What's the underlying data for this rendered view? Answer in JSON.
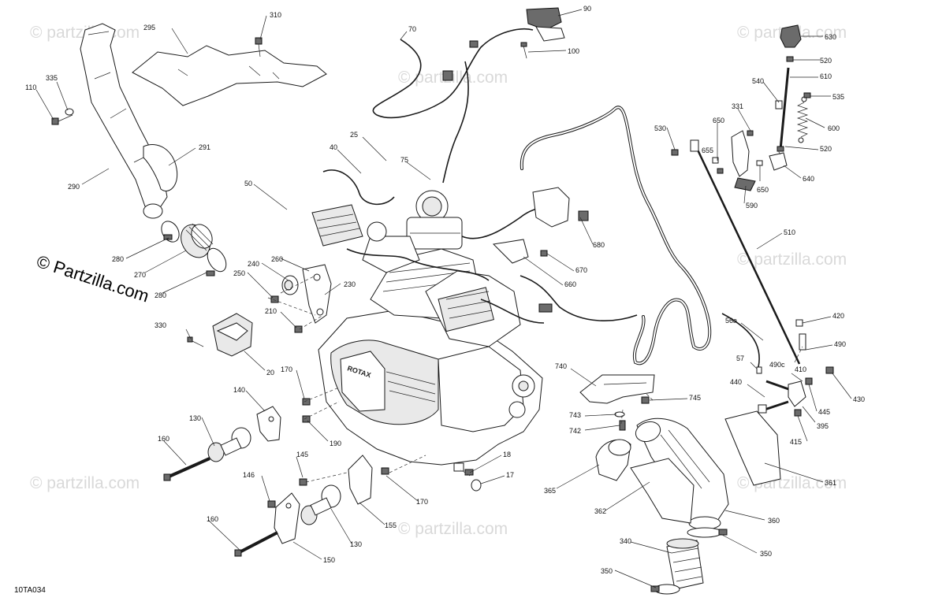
{
  "diagram": {
    "code": "10TA034",
    "brand": "© Partzilla.com",
    "watermark": "© partzilla.com",
    "callouts": {
      "c310": "310",
      "c295": "295",
      "c335": "335",
      "c110": "110",
      "c291": "291",
      "c290": "290",
      "c280a": "280",
      "c270": "270",
      "c280b": "280",
      "c330": "330",
      "c250": "250",
      "c240": "240",
      "c260": "260",
      "c230": "230",
      "c210": "210",
      "c20": "20",
      "c170a": "170",
      "c140": "140",
      "c190": "190",
      "c130a": "130",
      "c160a": "160",
      "c145": "145",
      "c146": "146",
      "c160b": "160",
      "c150": "150",
      "c130b": "130",
      "c155": "155",
      "c170b": "170",
      "c18": "18",
      "c17": "17",
      "c70": "70",
      "c90": "90",
      "c100": "100",
      "c25": "25",
      "c40": "40",
      "c75": "75",
      "c50": "50",
      "c680": "680",
      "c670": "670",
      "c660": "660",
      "c630": "630",
      "c520a": "520",
      "c610": "610",
      "c540": "540",
      "c535": "535",
      "c331": "331",
      "c600": "600",
      "c530": "530",
      "c650a": "650",
      "c655": "655",
      "c520b": "520",
      "c640": "640",
      "c650b": "650",
      "c590": "590",
      "c510": "510",
      "c56a": "56a",
      "c420": "420",
      "c57": "57",
      "c490": "490",
      "c490c": "490c",
      "c410": "410",
      "c440": "440",
      "c430": "430",
      "c445": "445",
      "c395": "395",
      "c415": "415",
      "c740": "740",
      "c745": "745",
      "c743": "743",
      "c742": "742",
      "c365": "365",
      "c362": "362",
      "c361": "361",
      "c360": "360",
      "c340": "340",
      "c350a": "350",
      "c350b": "350"
    }
  }
}
